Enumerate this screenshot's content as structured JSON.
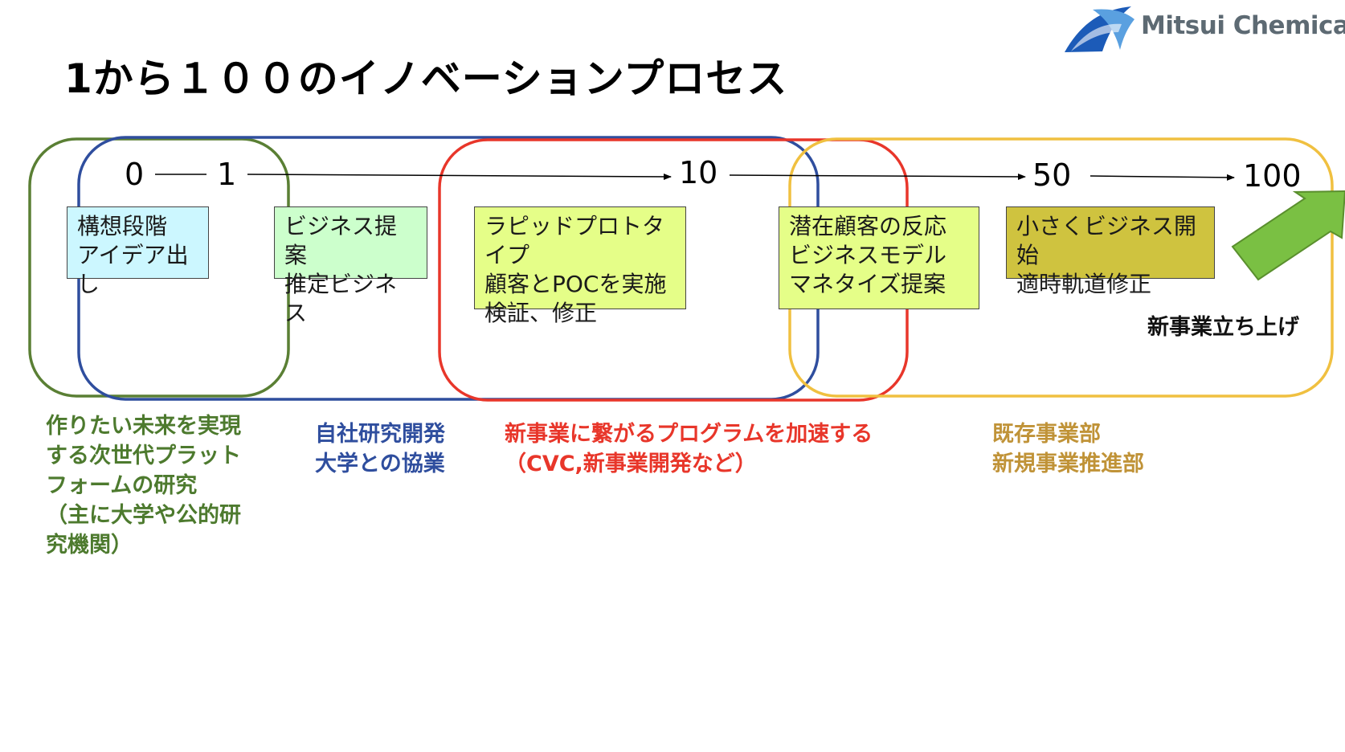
{
  "title": "1から１００のイノベーションプロセス",
  "logo": {
    "text": "Mitsui Chemicals",
    "icon": "wave-logo-icon",
    "color": "#5d6a73"
  },
  "milestones": [
    "0",
    "1",
    "10",
    "50",
    "100"
  ],
  "stages": [
    {
      "lines": "構想段階\nアイデア出し",
      "fill": "#ccf7ff"
    },
    {
      "lines": "ビジネス提案\n推定ビジネス",
      "fill": "#ccffcc"
    },
    {
      "lines": "ラピッドプロトタイプ\n顧客とPOCを実施\n検証、修正",
      "fill": "#e5fe88"
    },
    {
      "lines": "潜在顧客の反応\nビジネスモデル\nマネタイズ提案",
      "fill": "#e5fe88"
    },
    {
      "lines": "小さくビジネス開始\n適時軌道修正",
      "fill": "#cfc33f"
    }
  ],
  "groups": [
    {
      "caption": "作りたい未来を実現\nする次世代プラット\nフォームの研究\n（主に大学や公的研\n究機関）",
      "color": "#5a7f34"
    },
    {
      "caption": "自社研究開発\n大学との協業",
      "color": "#2f4e9e"
    },
    {
      "caption": "新事業に繋がるプログラムを加速する\n（CVC,新事業開発など）",
      "color": "#e8362a"
    },
    {
      "caption": "既存事業部\n新規事業推進部",
      "color": "#f0c040"
    }
  ],
  "launch_label": "新事業立ち上げ",
  "launch_arrow": {
    "icon": "upright-arrow-icon",
    "color": "#7ac043"
  }
}
